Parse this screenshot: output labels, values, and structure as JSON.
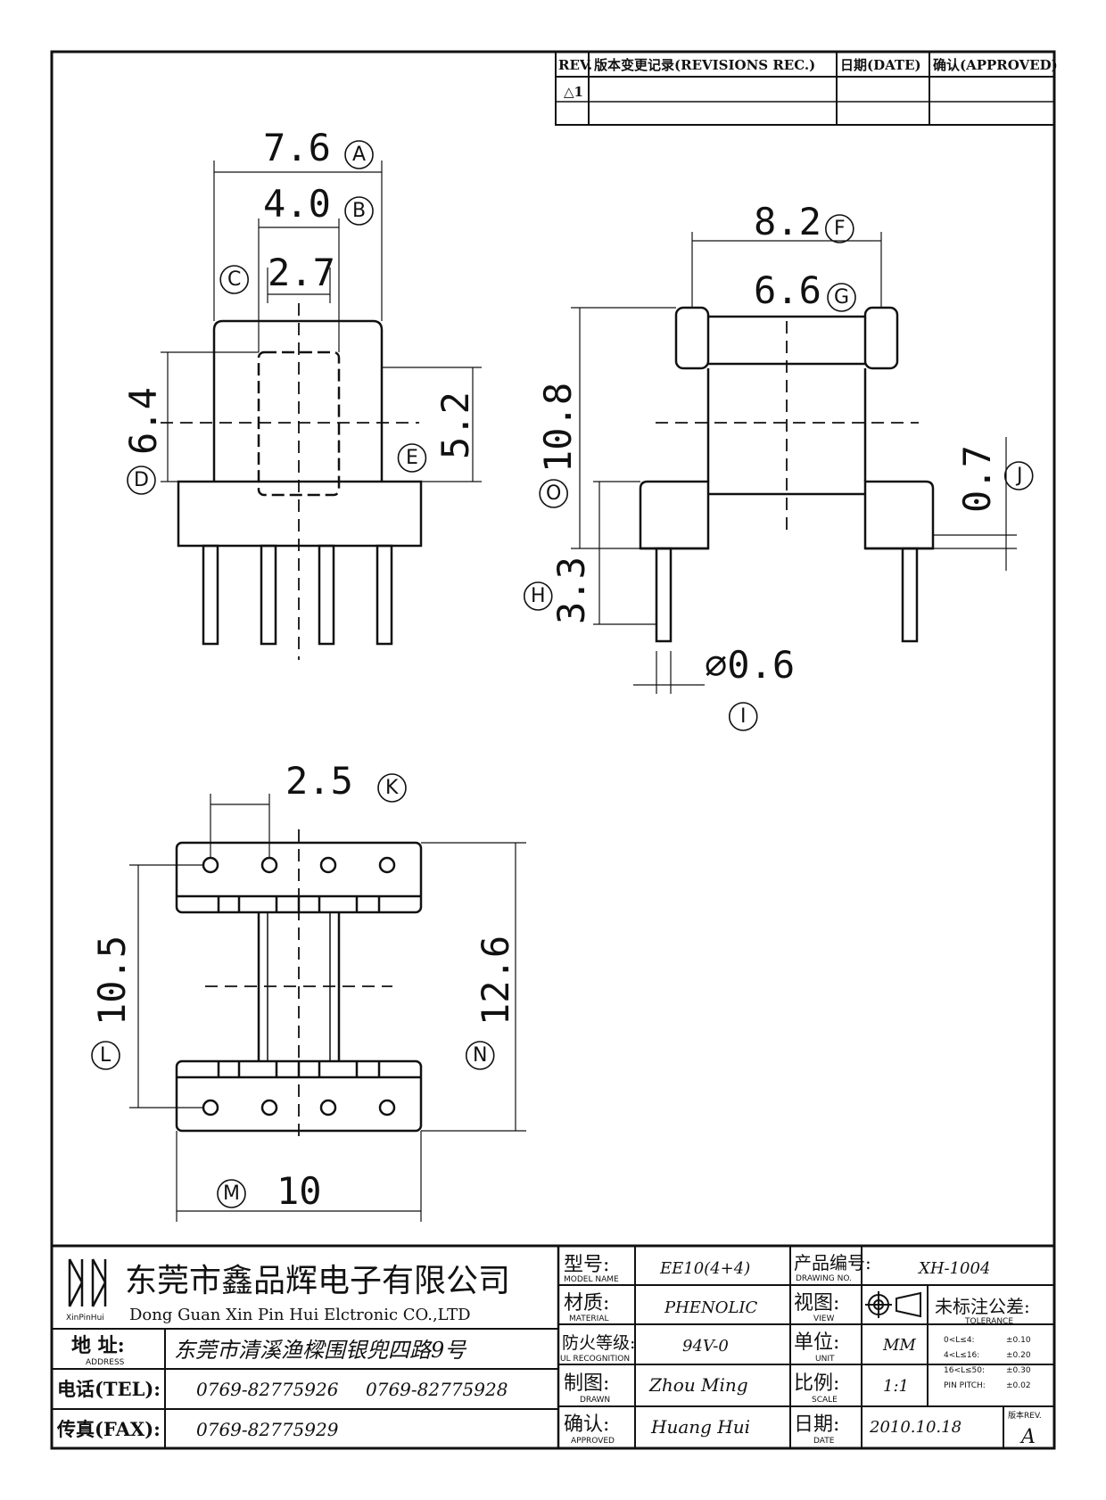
{
  "revision_table": {
    "rev_header": "REV.",
    "records_header": "版本变更记录(REVISIONS REC.)",
    "date_header": "日期(DATE)",
    "approved_header": "确认(APPROVED)",
    "row1_symbol": "△1"
  },
  "dimensions": {
    "front": [
      {
        "value": "7.6",
        "tag": "A"
      },
      {
        "value": "4.0",
        "tag": "B"
      },
      {
        "value": "2.7",
        "tag": "C"
      },
      {
        "value": "6.4",
        "tag": "D"
      },
      {
        "value": "5.2",
        "tag": "E"
      }
    ],
    "side": [
      {
        "value": "8.2",
        "tag": "F"
      },
      {
        "value": "6.6",
        "tag": "G"
      },
      {
        "value": "10.8",
        "tag": "O"
      },
      {
        "value": "0.7",
        "tag": "J"
      },
      {
        "value": "3.3",
        "tag": "H"
      },
      {
        "value": "∅0.6",
        "tag": "I"
      }
    ],
    "bottom": [
      {
        "value": "2.5",
        "tag": "K"
      },
      {
        "value": "10.5",
        "tag": "L"
      },
      {
        "value": "12.6",
        "tag": "N"
      },
      {
        "value": "10",
        "tag": "M"
      }
    ]
  },
  "title_block": {
    "company_cn": "东莞市鑫品辉电子有限公司",
    "company_en": "Dong Guan Xin Pin Hui Elctronic CO.,LTD",
    "logo_text": "XinPinHui",
    "address_label": "地 址:",
    "address_label_en": "ADDRESS",
    "address_value": "东莞市清溪渔樑围银兜四路9号",
    "tel_label": "电话(TEL):",
    "tel_value1": "0769-82775926",
    "tel_value2": "0769-82775928",
    "fax_label": "传真(FAX):",
    "fax_value": "0769-82775929",
    "model_label": "型号:",
    "model_label_en": "MODEL NAME",
    "model_value": "EE10(4+4)",
    "material_label": "材质:",
    "material_label_en": "MATERIAL",
    "material_value": "PHENOLIC",
    "flame_label": "防火等级:",
    "flame_label_en": "UL RECOGNITION",
    "flame_value": "94V-0",
    "drawn_label": "制图:",
    "drawn_label_en": "DRAWN",
    "drawn_value": "Zhou Ming",
    "approved_label": "确认:",
    "approved_label_en": "APPROVED",
    "approved_value": "Huang Hui",
    "drawing_no_label": "产品编号:",
    "drawing_no_label_en": "DRAWING NO.",
    "drawing_no_value": "XH-1004",
    "view_label": "视图:",
    "view_label_en": "VIEW",
    "unit_label": "单位:",
    "unit_label_en": "UNIT",
    "unit_value": "MM",
    "scale_label": "比例:",
    "scale_label_en": "SCALE",
    "scale_value": "1:1",
    "date_label": "日期:",
    "date_label_en": "DATE",
    "date_value": "2010.10.18",
    "tolerance_label": "未标注公差:",
    "tolerance_label_en": "TOLERANCE",
    "tolerance_rows": [
      {
        "range": "0<L≤4:",
        "tol": "±0.10"
      },
      {
        "range": "4<L≤16:",
        "tol": "±0.20"
      },
      {
        "range": "16<L≤50:",
        "tol": "±0.30"
      },
      {
        "range": "PIN PITCH:",
        "tol": "±0.02"
      }
    ],
    "rev_label": "版本REV.",
    "rev_value": "A"
  }
}
